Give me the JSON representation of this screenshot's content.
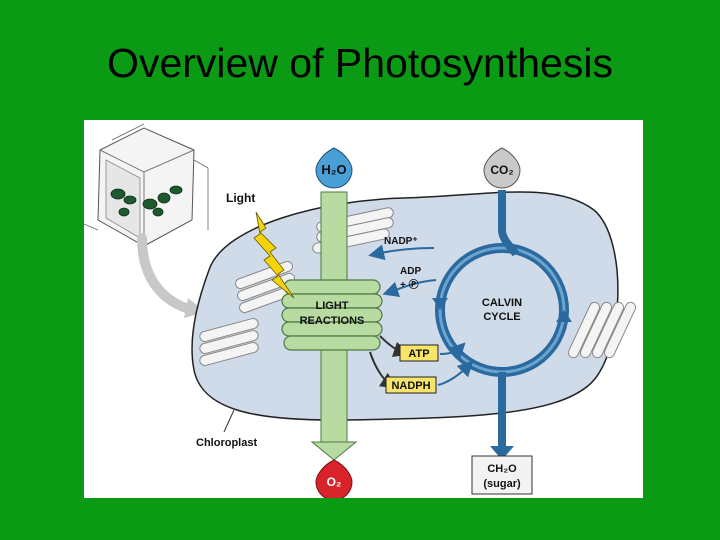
{
  "slide": {
    "title": "Overview of Photosynthesis"
  },
  "diagram": {
    "inputs": {
      "water": "H₂O",
      "carbon_dioxide": "CO₂",
      "light": "Light"
    },
    "processes": {
      "light_reactions_line1": "LIGHT",
      "light_reactions_line2": "REACTIONS",
      "calvin_cycle_line1": "CALVIN",
      "calvin_cycle_line2": "CYCLE"
    },
    "carriers": {
      "nadp_plus": "NADP⁺",
      "adp": "ADP",
      "plus_p": "+ Ⓟ",
      "atp": "ATP",
      "nadph": "NADPH"
    },
    "outputs": {
      "oxygen": "O₂",
      "sugar_line1": "CH₂O",
      "sugar_line2": "(sugar)"
    },
    "labels": {
      "chloroplast": "Chloroplast"
    },
    "colors": {
      "slide_background": "#0b9a14",
      "chloroplast_fill": "#cfdbe8",
      "water_drop": "#4a9fd6",
      "oxygen_drop": "#d8232a",
      "co2_drop": "#c9c9c9",
      "cycle_arrow": "#2a6a9e",
      "light_arrow": "#f2d30c",
      "atp_nadph_box": "#f7e46a",
      "thylakoid": "#b7dba1"
    }
  }
}
